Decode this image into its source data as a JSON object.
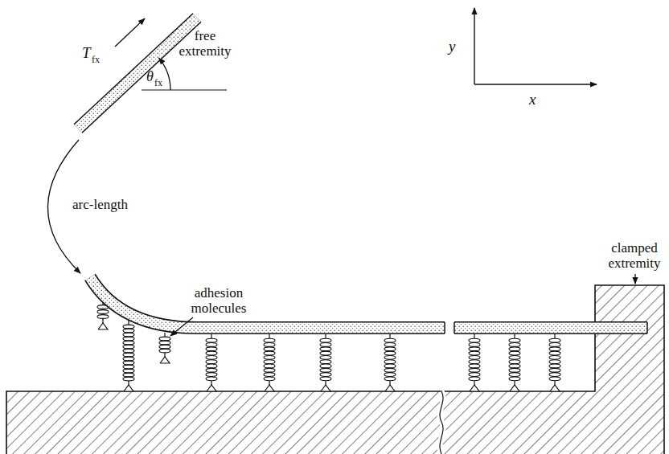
{
  "diagram": {
    "labels": [
      "T",
      "fx",
      "free extremity",
      "θ",
      "fx",
      "y",
      "x",
      "arc-length",
      "adhesion molecules",
      "clamped extremity"
    ]
  }
}
